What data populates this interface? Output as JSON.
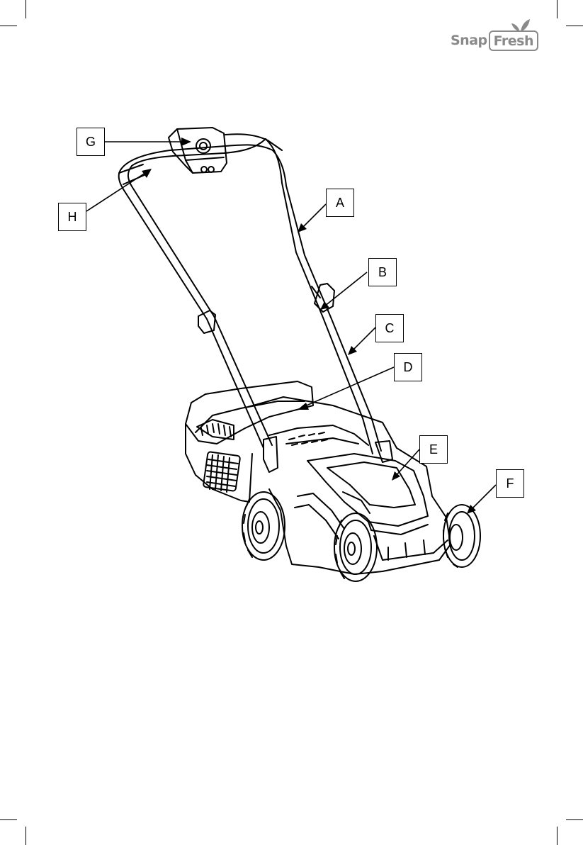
{
  "logo": {
    "part1": "Snap",
    "part2": "Fresh"
  },
  "callouts": {
    "a": "A",
    "b": "B",
    "c": "C",
    "d": "D",
    "e": "E",
    "f": "F",
    "g": "G",
    "h": "H"
  },
  "colors": {
    "line": "#000000",
    "logo": "#8a8a8a"
  }
}
